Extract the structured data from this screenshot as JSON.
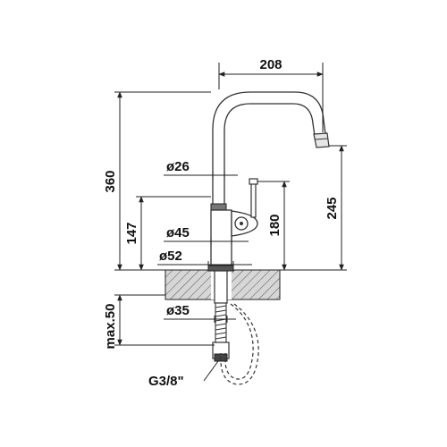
{
  "dimensions": {
    "reach": "208",
    "total_height": "360",
    "spout_height": "245",
    "lever_height": "180",
    "body_height": "147",
    "mounting_depth": "max.50",
    "spout_diameter": "ø26",
    "body_diameter": "ø45",
    "base_diameter": "ø52",
    "hole_diameter": "ø35",
    "connection_thread": "G3/8\""
  },
  "colors": {
    "line": "#222222",
    "hatch": "#555555",
    "countertop": "#cfcfcf",
    "body": "#ffffff"
  }
}
